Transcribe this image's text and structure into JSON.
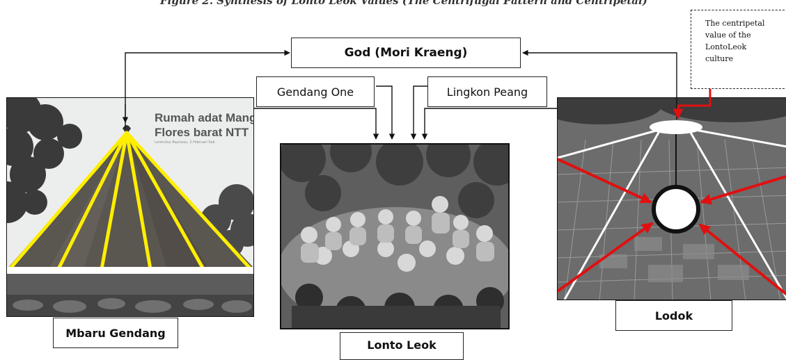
{
  "caption": "Figure 2. Synthesis of Lonto Leok Values (The Centrifugal Pattern and Centripetal)",
  "nodes": {
    "god": "God (Mori Kraeng)",
    "gendang_one": "Gendang One",
    "lingkon_peang": "Lingkon Peang",
    "mbaru_gendang": "Mbaru Gendang",
    "lonto_leok": "Lonto Leok",
    "lodok": "Lodok"
  },
  "centripetal_note": [
    "The centripetal",
    "value of the",
    "LontoLeok",
    "culture"
  ],
  "photos": {
    "mbaru": {
      "title_lines": [
        "Rumah adat Mang",
        "Flores barat NTT"
      ],
      "subtitle": "Lorenzius Rayneau, 2 Februari Sab"
    }
  },
  "colors": {
    "accent_lines": "#ffee00",
    "centripetal_arrows": "#e01010",
    "frame": "#222222"
  }
}
